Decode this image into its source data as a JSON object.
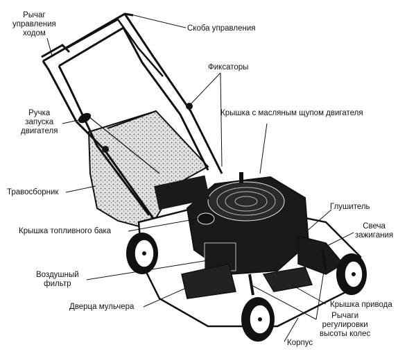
{
  "diagram": {
    "labels": {
      "drive_lever": [
        "Рычаг",
        "управления",
        "ходом"
      ],
      "control_handle": "Скоба управления",
      "latches": "Фиксаторы",
      "oil_cap": "Крышка с масляным щупом двигателя",
      "starter_handle": [
        "Ручка",
        "запуска",
        "двигателя"
      ],
      "grass_bag": "Травосборник",
      "muffler": "Глушитель",
      "fuel_cap": "Крышка топливного бака",
      "spark_plug": [
        "Свеча",
        "зажигания"
      ],
      "air_filter": [
        "Воздушный",
        "фильтр"
      ],
      "mulch_door": "Дверца мульчера",
      "drive_cover": "Крышка привода",
      "height_levers": [
        "Рычаги",
        "регулировки",
        "высоты колес"
      ],
      "deck": "Корпус"
    },
    "colors": {
      "line": "#111111",
      "body_fill": "#ffffff",
      "engine_fill": "#1a1a1a",
      "bag_fill": "#d9d9d9"
    }
  }
}
